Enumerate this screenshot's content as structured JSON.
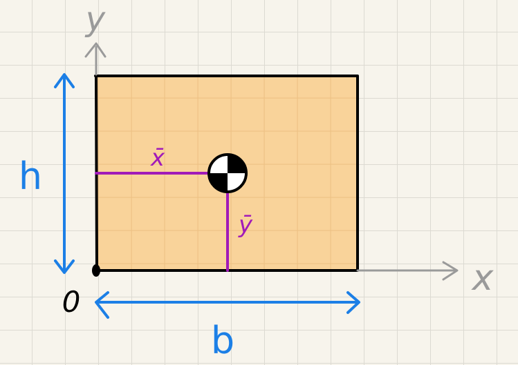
{
  "labels": {
    "y_axis": "y",
    "x_axis": "x",
    "origin": "0",
    "height": "h",
    "base": "b",
    "x_bar": "x̄",
    "y_bar": "ȳ"
  },
  "colors": {
    "paper": "#f7f4ec",
    "grid": "#dcdad2",
    "rect_fill": "#f9cd8c",
    "rect_stroke": "#000000",
    "axis": "#9a9a9a",
    "dimension": "#1c7fe6",
    "centroid_lines": "#a11ab8"
  },
  "icons": {
    "centroid": "centroid-icon"
  }
}
